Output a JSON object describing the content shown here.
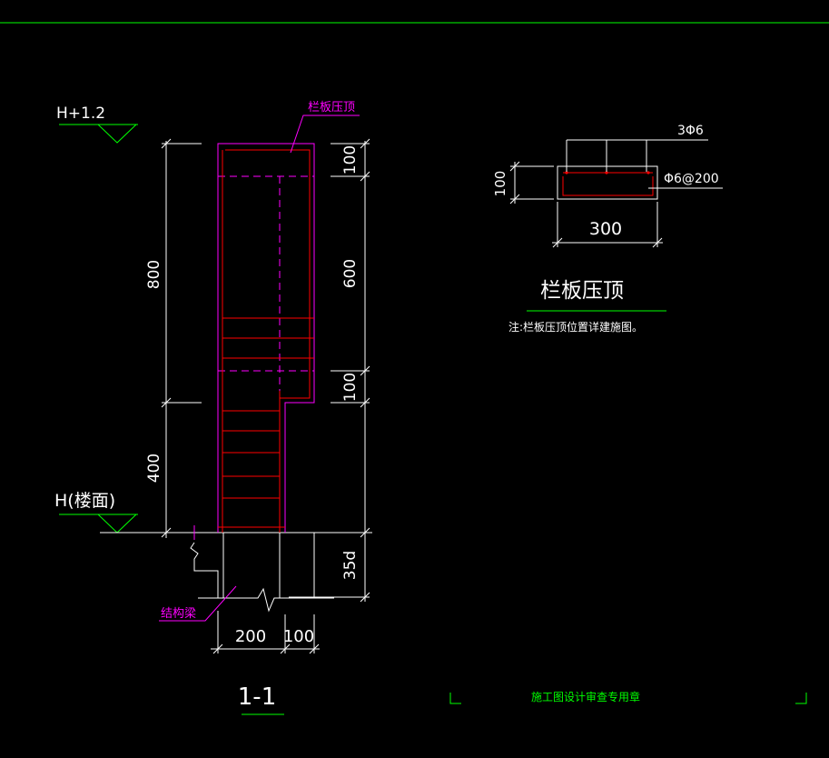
{
  "colors": {
    "background": "#000000",
    "dims": "#ffffff",
    "guides": "#00ff00",
    "outline": "#ff00ff",
    "rebar": "#ff0000"
  },
  "section": {
    "level_top": "H+1.2",
    "level_floor": "H(楼面)",
    "leader_coping": "栏板压顶",
    "leader_beam": "结构梁",
    "dim_800": "800",
    "dim_400": "400",
    "dim_top_100": "100",
    "dim_600": "600",
    "dim_mid_100": "100",
    "dim_35d": "35d",
    "dim_200": "200",
    "dim_bottom_100": "100",
    "title": "1-1"
  },
  "coping_detail": {
    "bar_top": "3Φ6",
    "stirrup": "Φ6@200",
    "dim_height": "100",
    "dim_width": "300",
    "title": "栏板压顶",
    "note": "注:栏板压顶位置详建施图。"
  },
  "stamp": {
    "label": "施工图设计审查专用章"
  }
}
